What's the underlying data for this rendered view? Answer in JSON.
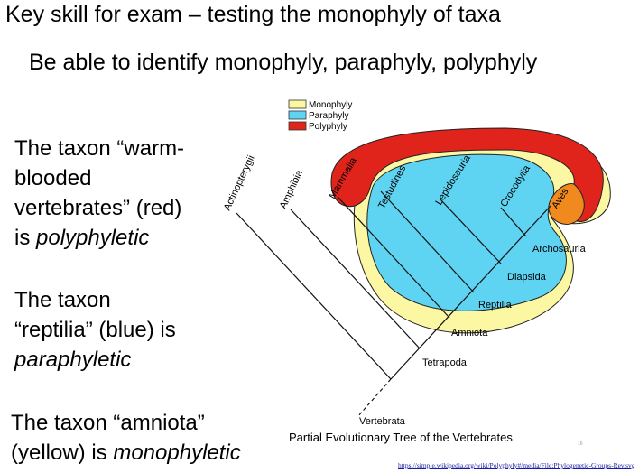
{
  "slide": {
    "title": "Key skill for exam – testing the monophyly of taxa",
    "subtitle": "Be able to identify monophyly, paraphyly, polyphyly",
    "para1": {
      "line1": "The taxon “warm-",
      "line2": "blooded",
      "line3": "vertebrates” (red)",
      "line4_prefix": "is ",
      "line4_em": "polyphyletic"
    },
    "para2": {
      "line1": "The taxon",
      "line2": "“reptilia” (blue) is",
      "line3_em": "paraphyletic"
    },
    "para3": {
      "line1": "The taxon “amniota”",
      "line2_prefix": "(yellow) is ",
      "line2_em": "monophyletic"
    },
    "slide_number": "16",
    "source_link": "https://simple.wikipedia.org/wiki/Polyphyly#/media/File:Phylogenetic-Groups-Rev.svg"
  },
  "diagram": {
    "caption": "Partial Evolutionary Tree of the Vertebrates",
    "legend": [
      {
        "label": "Monophyly",
        "color": "#fbf7a2"
      },
      {
        "label": "Paraphyly",
        "color": "#5fd4f2"
      },
      {
        "label": "Polyphyly",
        "color": "#e0241b"
      }
    ],
    "leaves": {
      "actinopterygii": "Actinopterygii",
      "amphibia": "Amphibia",
      "mammalia": "Mammalia",
      "testudines": "Testudines",
      "lepidosauria": "Lepidosauria",
      "crocodylia": "Crocodylia",
      "aves": "Aves"
    },
    "nodes": {
      "archosauria": "Archosauria",
      "diapsida": "Diapsida",
      "reptilia": "Reptilia",
      "amniota": "Amniota",
      "tetrapoda": "Tetrapoda",
      "vertebrata": "Vertebrata"
    }
  }
}
